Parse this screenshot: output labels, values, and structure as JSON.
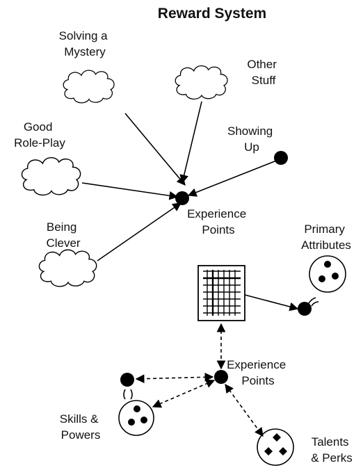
{
  "title": "Reward System",
  "top_section": {
    "sources": [
      {
        "id": "solving",
        "lines": [
          "Solving a",
          "Mystery"
        ],
        "shape": "cloud"
      },
      {
        "id": "other",
        "lines": [
          "Other",
          "Stuff"
        ],
        "shape": "cloud"
      },
      {
        "id": "roleplay",
        "lines": [
          "Good",
          "Role-Play"
        ],
        "shape": "cloud"
      },
      {
        "id": "clever",
        "lines": [
          "Being",
          "Clever"
        ],
        "shape": "cloud"
      },
      {
        "id": "showing",
        "lines": [
          "Showing",
          "Up"
        ],
        "shape": "dot"
      }
    ],
    "target": {
      "lines": [
        "Experience",
        "Points"
      ]
    }
  },
  "bottom_section": {
    "hub": {
      "lines": [
        "Experience",
        "Points"
      ]
    },
    "table_icon": "grid-table-icon",
    "primary": {
      "lines": [
        "Primary",
        "Attributes"
      ],
      "icon": "three-dots-circle-icon"
    },
    "skills": {
      "lines": [
        "Skills &",
        "Powers"
      ],
      "icon": "three-dots-circle-icon"
    },
    "talents": {
      "lines": [
        "Talents",
        "& Perks"
      ],
      "icon": "diamonds-circle-icon"
    }
  }
}
